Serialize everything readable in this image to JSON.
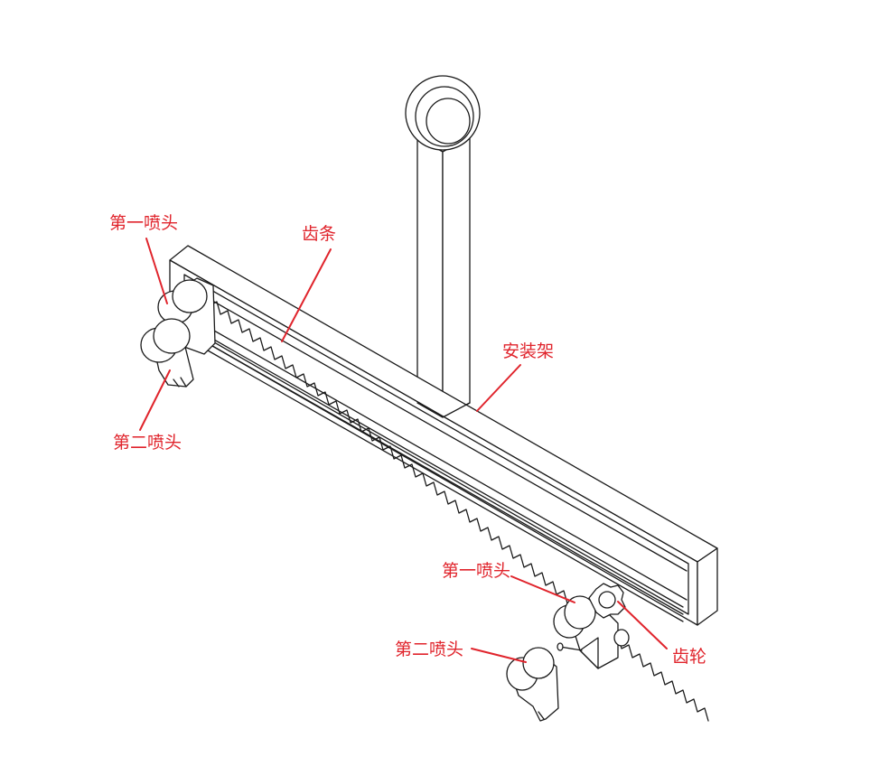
{
  "labels": {
    "nozzle1_left": "第一喷头",
    "rack": "齿条",
    "mount": "安装架",
    "nozzle2_left": "第二喷头",
    "nozzle1_right": "第一喷头",
    "nozzle2_right": "第二喷头",
    "gear": "齿轮"
  },
  "colors": {
    "line": "#1a1a1a",
    "label": "#e0242c",
    "fill": "#ffffff"
  }
}
